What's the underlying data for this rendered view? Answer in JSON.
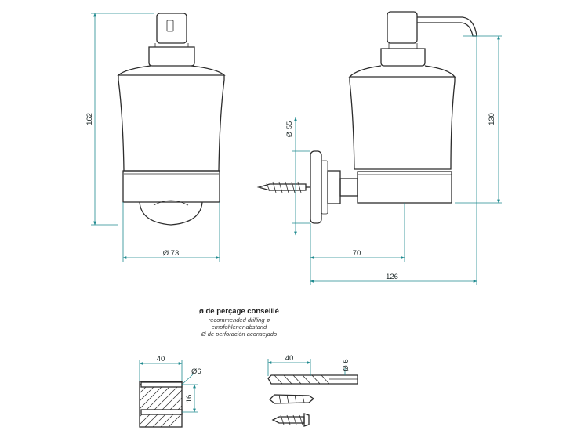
{
  "dimensions": {
    "height_total": "162",
    "height_wall": "130",
    "diameter_body": "Ø 73",
    "diameter_plate": "Ø 55",
    "projection_cup": "70",
    "projection_total": "126",
    "hole_depth": "40",
    "hole_diameter": "Ø6",
    "hole_spacing": "16",
    "drill_length": "40",
    "drill_diameter": "Ø 6"
  },
  "drilling_note": {
    "title": "ø de perçage conseillé",
    "lines": [
      "recommended drilling ø",
      "empfohlener abstand",
      "Ø de perforación aconsejado"
    ]
  }
}
